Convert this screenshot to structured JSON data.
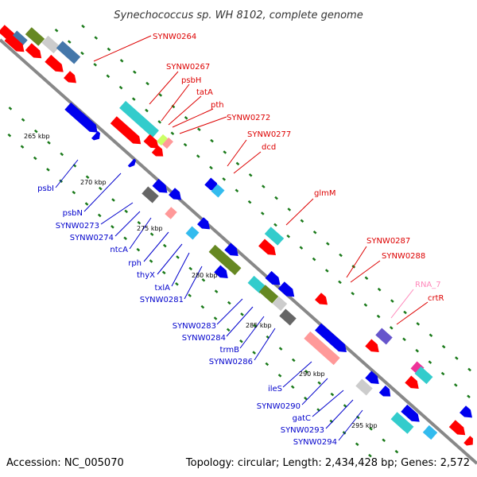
{
  "title": "Synechococcus sp. WH 8102, complete genome",
  "footer": {
    "accession": "Accession: NC_005070",
    "topology": "Topology: circular; Length: 2,434,428 bp; Genes: 2,572"
  },
  "colors": {
    "backbone": "#888888",
    "tick": "#1a7a1a",
    "label_forward": "#dd0000",
    "label_reverse": "#0000cc",
    "label_rna": "#ff88bb",
    "red": "#ff0000",
    "blue": "#0000ee",
    "cyan": "#33cccc",
    "skyblue": "#33bbee",
    "olive": "#668822",
    "pink": "#ff9999",
    "gray": "#666666",
    "lightgray": "#cccccc",
    "steelblue": "#4477aa",
    "purple": "#6655cc",
    "magenta": "#ee3399",
    "yellowgreen": "#ccff66"
  },
  "kbp_markers": [
    "265 kbp",
    "270 kbp",
    "275 kbp",
    "280 kbp",
    "285 kbp",
    "290 kbp",
    "295 kbp"
  ],
  "forward_labels": [
    "SYNW0264",
    "SYNW0267",
    "psbH",
    "tatA",
    "pth",
    "SYNW0272",
    "SYNW0277",
    "dcd",
    "glmM",
    "SYNW0287",
    "SYNW0288",
    "RNA_7",
    "crtR"
  ],
  "reverse_labels": [
    "psbI",
    "psbN",
    "SYNW0273",
    "SYNW0274",
    "ntcA",
    "rph",
    "thyX",
    "txlA",
    "SYNW0281",
    "SYNW0283",
    "SYNW0284",
    "trmB",
    "SYNW0286",
    "ileS",
    "SYNW0290",
    "gatC",
    "SYNW0293",
    "SYNW0294"
  ]
}
